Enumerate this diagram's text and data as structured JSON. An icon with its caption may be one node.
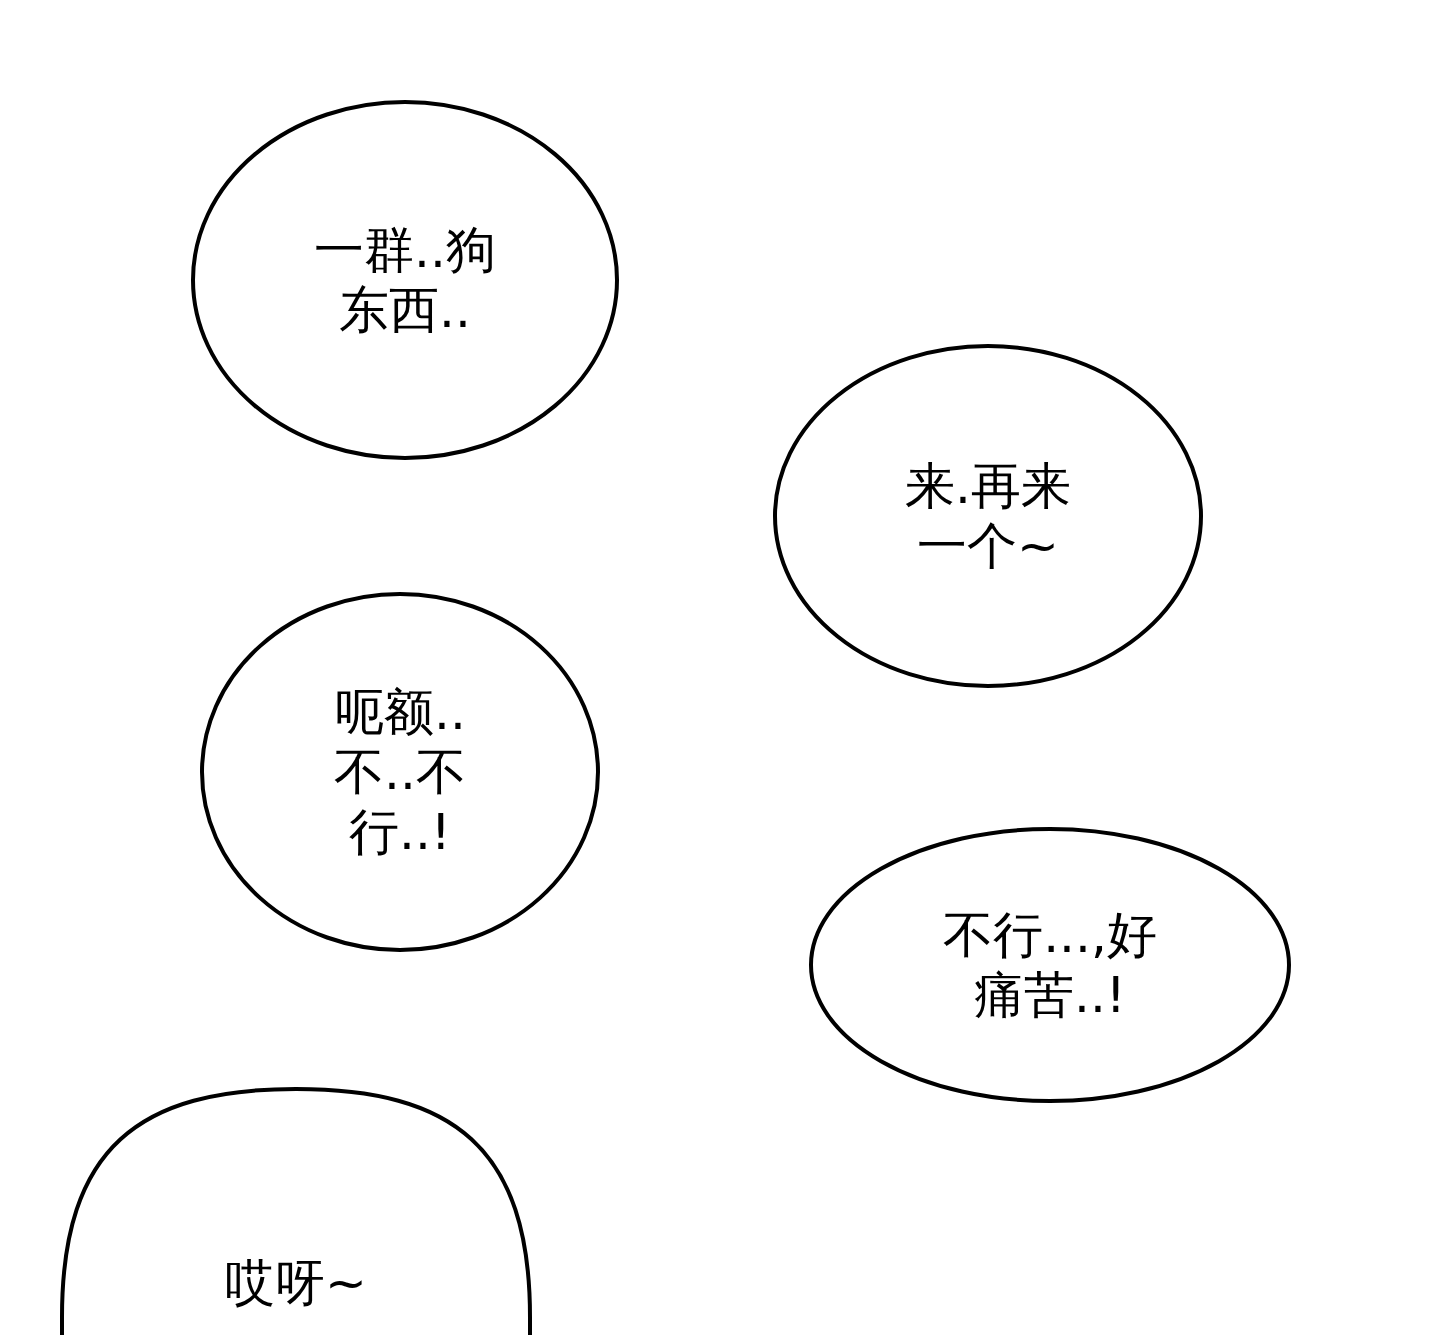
{
  "diagram": {
    "nodes": [
      {
        "text": [
          "一群..狗东西.."
        ]
      },
      {
        "text": [
          "来.再来一个~"
        ]
      },
      {
        "text": [
          "呃额..不..不行..!"
        ]
      },
      {
        "text": [
          "不行...,好痛苦..!"
        ]
      },
      {
        "text": [
          "哎呀~"
        ]
      }
    ]
  }
}
